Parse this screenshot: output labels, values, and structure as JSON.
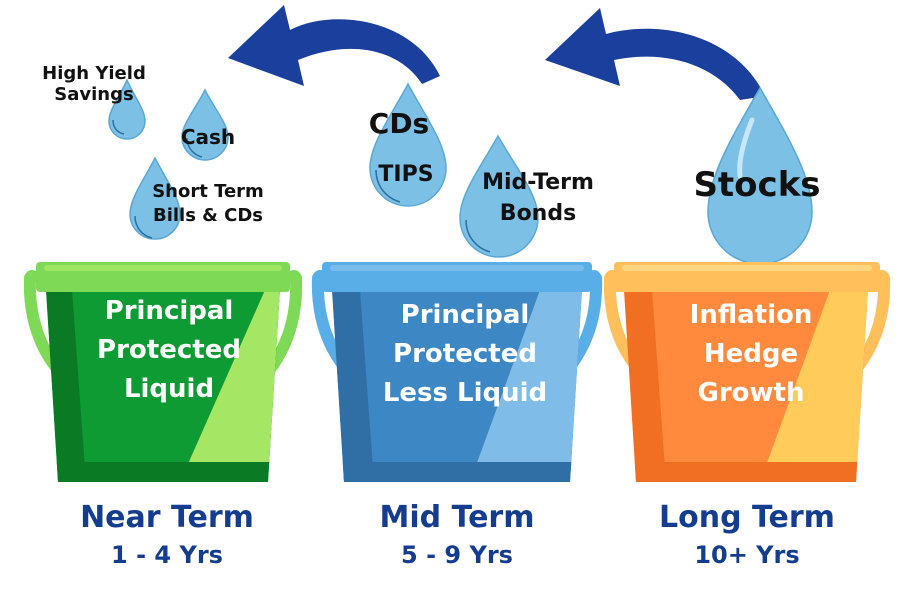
{
  "buckets": [
    {
      "key": "near",
      "lines": [
        "Principal",
        "Protected",
        "Liquid"
      ],
      "term": "Near Term",
      "years": "1 - 4 Yrs",
      "colors": {
        "rim": "#7ed957",
        "body": "#0f9b33",
        "shade": "#0a7a25",
        "highlight": "#b6f06a",
        "handle": "#7ed957"
      }
    },
    {
      "key": "mid",
      "lines": [
        "Principal",
        "Protected",
        "Less Liquid"
      ],
      "term": "Mid Term",
      "years": "5 - 9 Yrs",
      "colors": {
        "rim": "#5aaee8",
        "body": "#3d87c4",
        "shade": "#2f6fa6",
        "highlight": "#8cc6ee",
        "handle": "#5aaee8"
      }
    },
    {
      "key": "long",
      "lines": [
        "Inflation",
        "Hedge",
        "Growth"
      ],
      "term": "Long Term",
      "years": "10+ Yrs",
      "colors": {
        "rim": "#ffbf5a",
        "body": "#ff8a3d",
        "shade": "#f06f23",
        "highlight": "#ffd15e",
        "handle": "#ffbf5a"
      }
    }
  ],
  "drops": [
    {
      "key": "high-yield-savings",
      "lines": [
        "High Yield",
        "Savings"
      ]
    },
    {
      "key": "cash",
      "lines": [
        "Cash"
      ]
    },
    {
      "key": "short-term",
      "lines": [
        "Short Term",
        "Bills & CDs"
      ]
    },
    {
      "key": "cds",
      "lines": [
        "CDs"
      ]
    },
    {
      "key": "tips",
      "lines": [
        "TIPS"
      ]
    },
    {
      "key": "mid-term-bonds",
      "lines": [
        "Mid-Term",
        "Bonds"
      ]
    },
    {
      "key": "stocks",
      "lines": [
        "Stocks"
      ]
    }
  ],
  "colors": {
    "arrow": "#1a3f9c",
    "drop": "#7cc0e6",
    "drop_edge": "#5aa7d6",
    "term_text": "#143d8f"
  },
  "icons": [
    "curved-arrow-icon",
    "water-drop-icon",
    "bucket-icon"
  ]
}
